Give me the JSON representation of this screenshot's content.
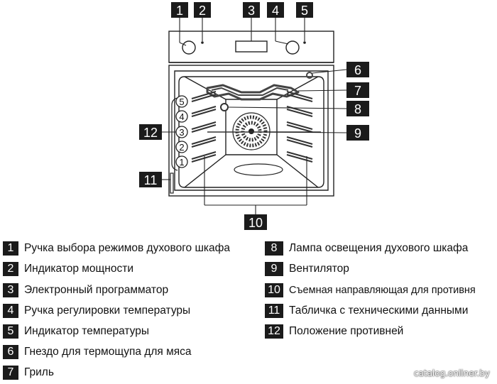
{
  "callouts": {
    "c1": "1",
    "c2": "2",
    "c3": "3",
    "c4": "4",
    "c5": "5",
    "c6": "6",
    "c7": "7",
    "c8": "8",
    "c9": "9",
    "c10": "10",
    "c11": "11",
    "c12": "12"
  },
  "rack_positions": [
    "5",
    "4",
    "3",
    "2",
    "1"
  ],
  "legend": {
    "left": [
      {
        "num": "1",
        "label": "Ручка выбора режимов духового шкафа"
      },
      {
        "num": "2",
        "label": "Индикатор мощности"
      },
      {
        "num": "3",
        "label": "Электронный программатор"
      },
      {
        "num": "4",
        "label": "Ручка регулировки температуры"
      },
      {
        "num": "5",
        "label": "Индикатор температуры"
      },
      {
        "num": "6",
        "label": "Гнездо для термощупа для мяса"
      },
      {
        "num": "7",
        "label": "Гриль"
      }
    ],
    "right": [
      {
        "num": "8",
        "label": "Лампа освещения духового шкафа"
      },
      {
        "num": "9",
        "label": "Вентилятор"
      },
      {
        "num": "10",
        "label": "Съемная направляющая для противня"
      },
      {
        "num": "11",
        "label": "Табличка с техническими данными"
      },
      {
        "num": "12",
        "label": "Положение противней"
      }
    ]
  },
  "watermark": "catalog.onliner.by"
}
